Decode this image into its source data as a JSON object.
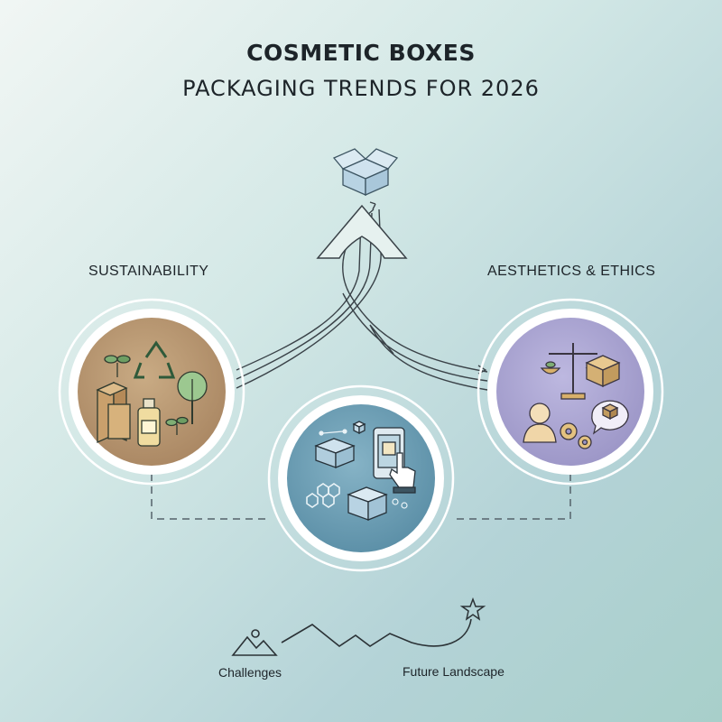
{
  "header": {
    "title": "COSMETIC BOXES",
    "subtitle": "PACKAGING TRENDS FOR 2026"
  },
  "sections": {
    "left": {
      "label": "SUSTAINABILITY",
      "color": "#b18f68"
    },
    "center": {
      "color": "#5f93aa"
    },
    "right": {
      "label": "AESTHETICS & ETHICS",
      "color": "#9f9ac8"
    }
  },
  "timeline": {
    "start_label": "Challenges",
    "end_label": "Future Landscape"
  },
  "icons": {
    "top": "open-box-icon",
    "timeline_start": "mountain-icon",
    "timeline_end": "star-icon"
  }
}
